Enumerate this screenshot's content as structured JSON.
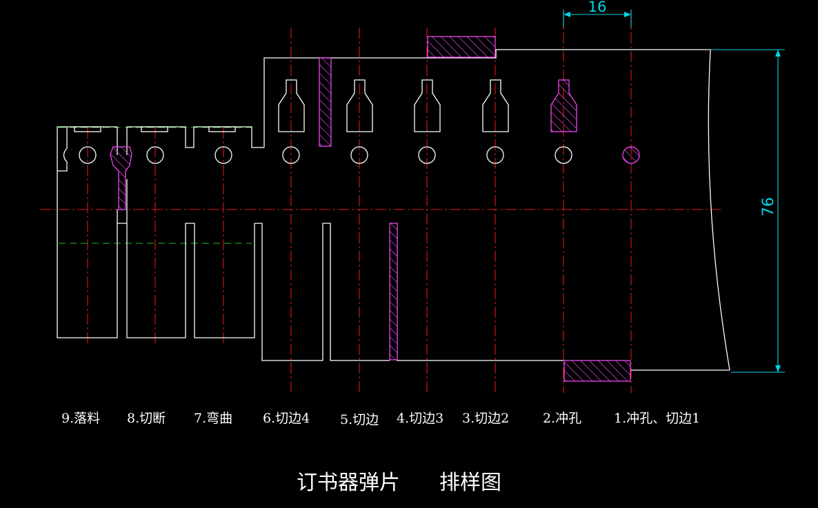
{
  "drawing": {
    "title": "订书器弹片",
    "subtitle": "排样图",
    "dimension_pitch": "16",
    "dimension_width": "76",
    "stations": [
      {
        "label": "9.落料"
      },
      {
        "label": "8.切断"
      },
      {
        "label": "7.弯曲"
      },
      {
        "label": "6.切边4"
      },
      {
        "label": "5.切边"
      },
      {
        "label": "4.切边3"
      },
      {
        "label": "3.切边2"
      },
      {
        "label": "2.冲孔"
      },
      {
        "label": "1.冲孔、切边1"
      }
    ]
  },
  "colors": {
    "background": "#000000",
    "outline": "#ffffff",
    "centerline": "#e01818",
    "hatch": "#ff4cff",
    "dimension": "#00d8e8",
    "guide": "#20c020"
  }
}
